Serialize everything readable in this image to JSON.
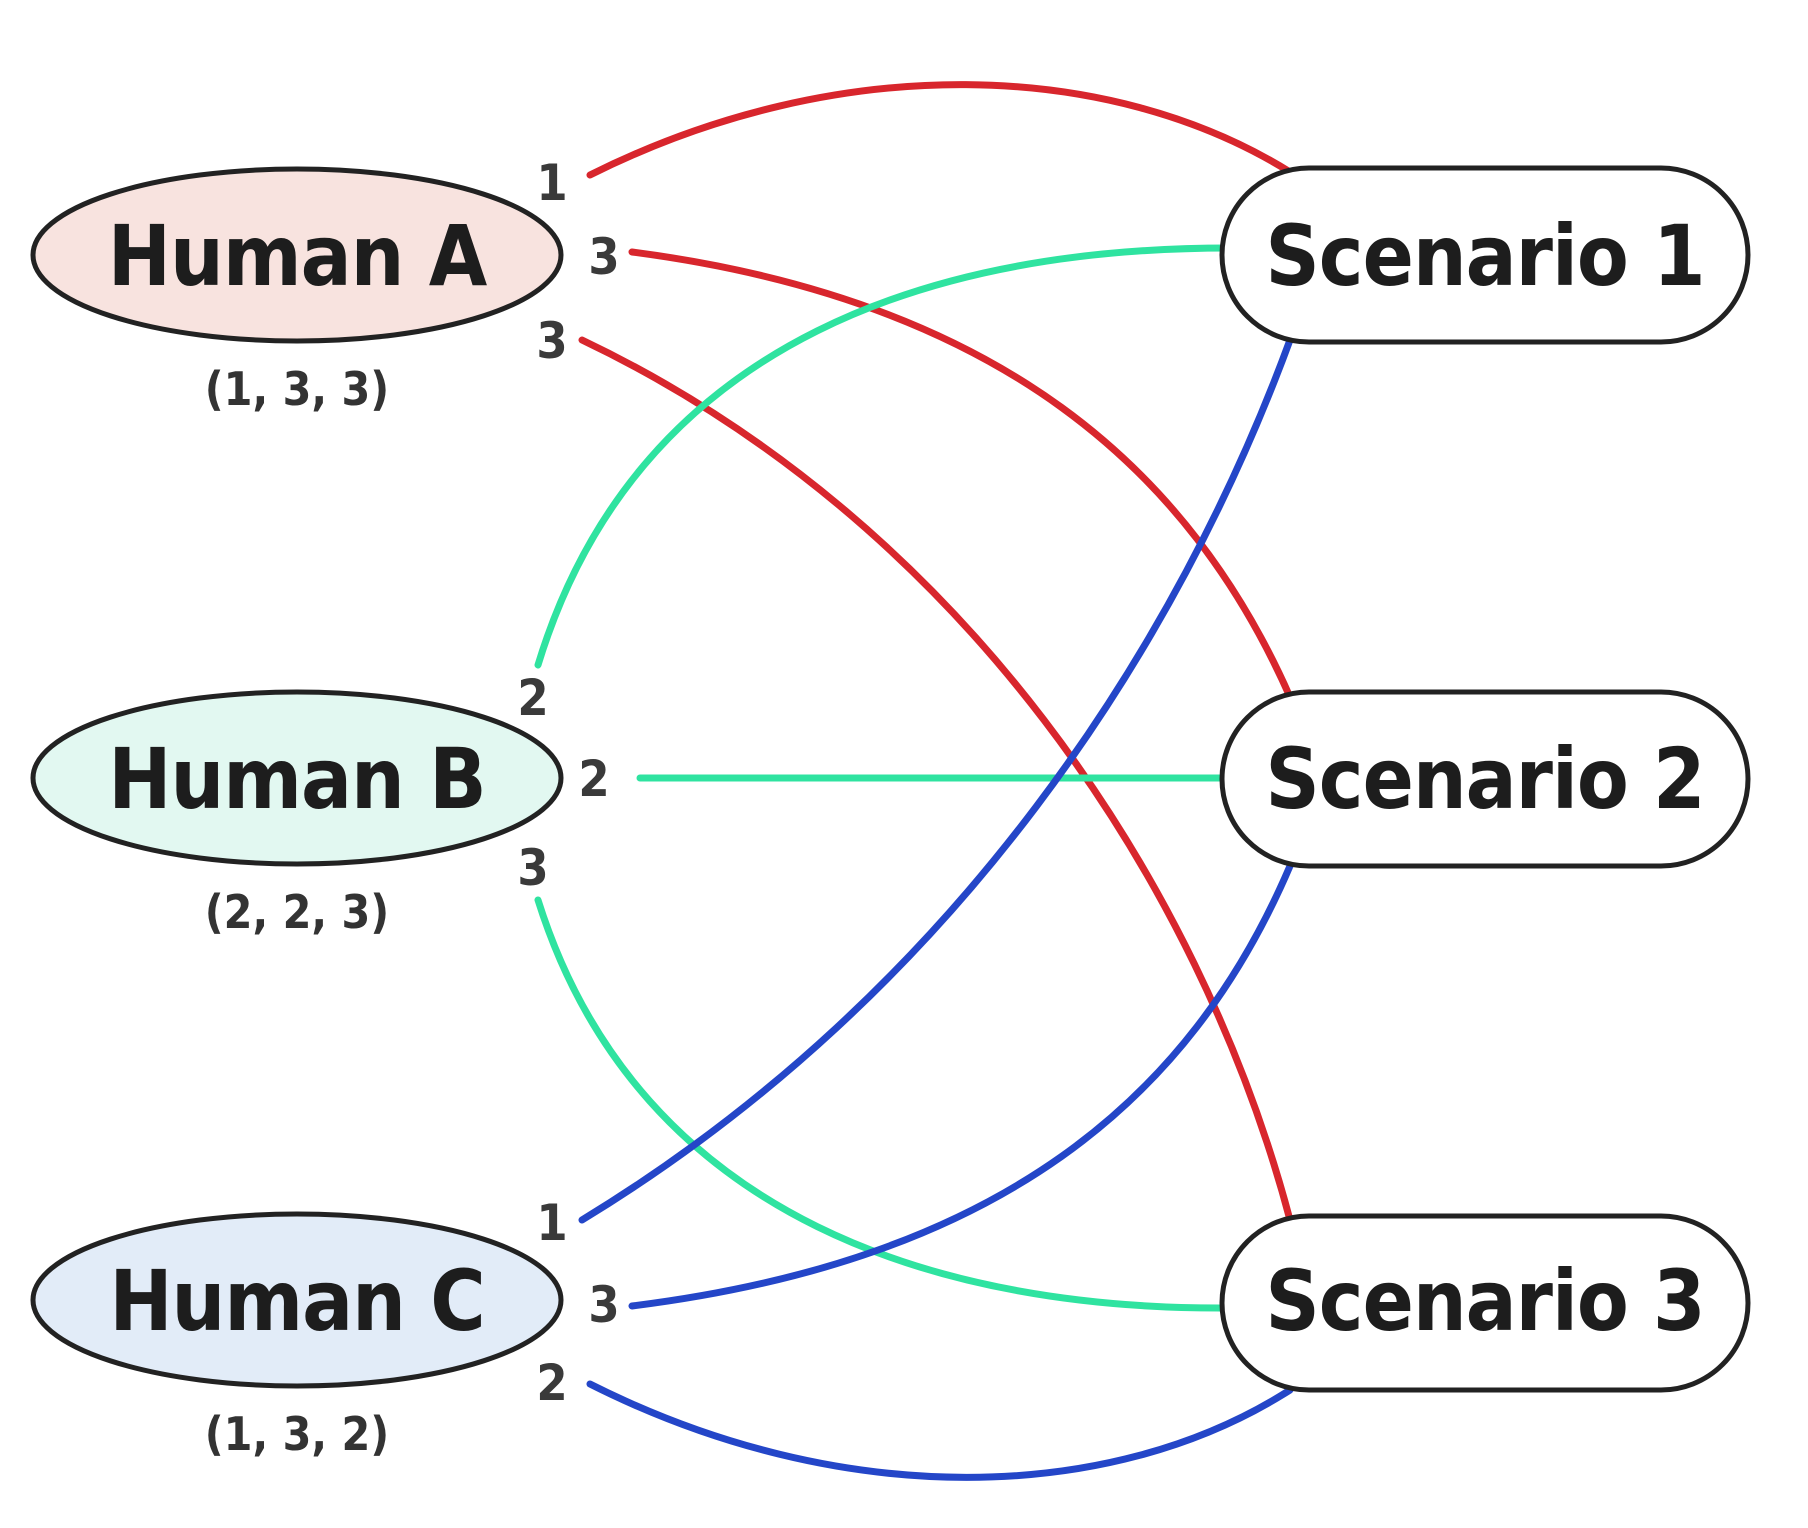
{
  "colors": {
    "human_a_fill": "#f8e3df",
    "human_b_fill": "#e2f8f1",
    "human_c_fill": "#e2ecf8",
    "scenario_fill": "#ffffff",
    "human_a_edge": "#d8262d",
    "human_b_edge": "#2fe3a0",
    "human_c_edge": "#2446c8"
  },
  "humans": [
    {
      "label": "Human A",
      "tuple": "(1, 3, 3)",
      "ranks": [
        "1",
        "3",
        "3"
      ]
    },
    {
      "label": "Human B",
      "tuple": "(2, 2, 3)",
      "ranks": [
        "2",
        "2",
        "3"
      ]
    },
    {
      "label": "Human C",
      "tuple": "(1, 3, 2)",
      "ranks": [
        "1",
        "3",
        "2"
      ]
    }
  ],
  "scenarios": [
    {
      "label": "Scenario 1"
    },
    {
      "label": "Scenario 2"
    },
    {
      "label": "Scenario 3"
    }
  ]
}
